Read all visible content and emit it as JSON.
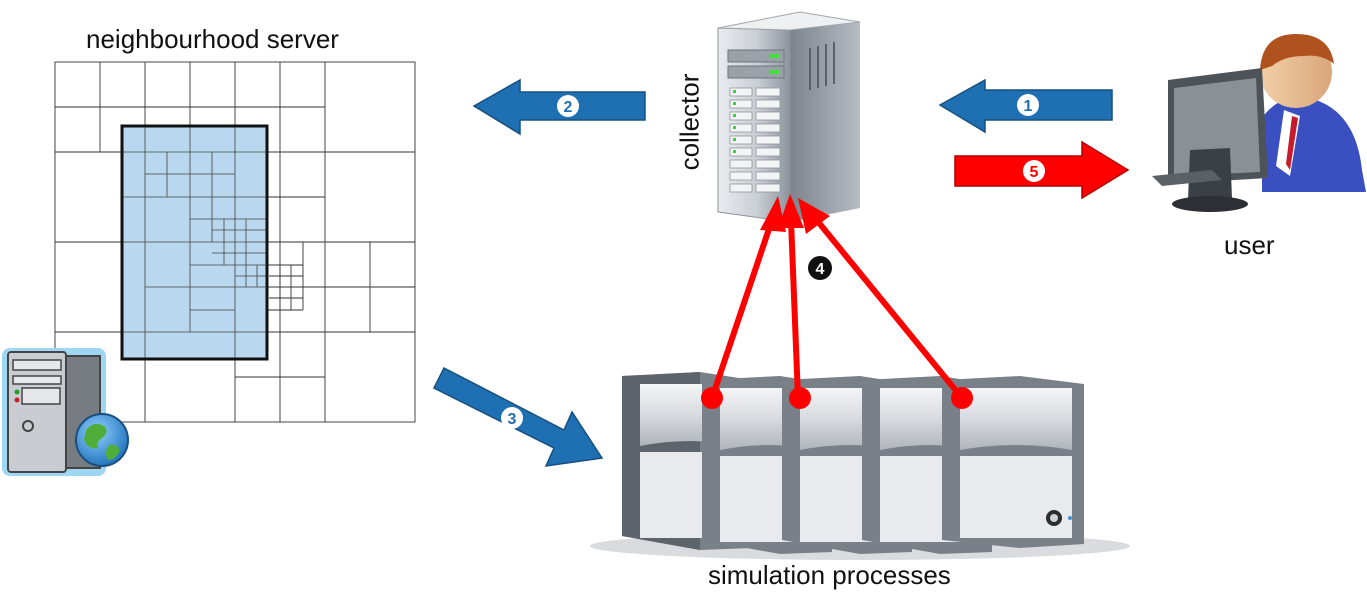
{
  "labels": {
    "neighbourhood_server": "neighbourhood server",
    "collector": "collector",
    "user": "user",
    "simulation_processes": "simulation processes"
  },
  "steps": [
    {
      "id": "1",
      "glyph": "1",
      "color": "#1f6fb3",
      "direction": "user-to-collector"
    },
    {
      "id": "2",
      "glyph": "2",
      "color": "#1f6fb3",
      "direction": "collector-to-neighbourhood-server"
    },
    {
      "id": "3",
      "glyph": "3",
      "color": "#1f6fb3",
      "direction": "neighbourhood-server-to-simulation-processes"
    },
    {
      "id": "4",
      "glyph": "4",
      "color": "#ff0000",
      "direction": "simulation-processes-to-collector"
    },
    {
      "id": "5",
      "glyph": "5",
      "color": "#ff0000",
      "direction": "collector-to-user"
    }
  ],
  "colors": {
    "blue_arrow": "#1f6fb3",
    "red_arrow": "#ff0000",
    "region_fill": "#b9d7ee",
    "grid_line": "#333333"
  },
  "icons": {
    "neighbourhood_server": "server-globe-icon",
    "collector": "tower-server-icon",
    "user": "user-at-computer-icon",
    "simulation_processes": "server-rack-icon"
  }
}
